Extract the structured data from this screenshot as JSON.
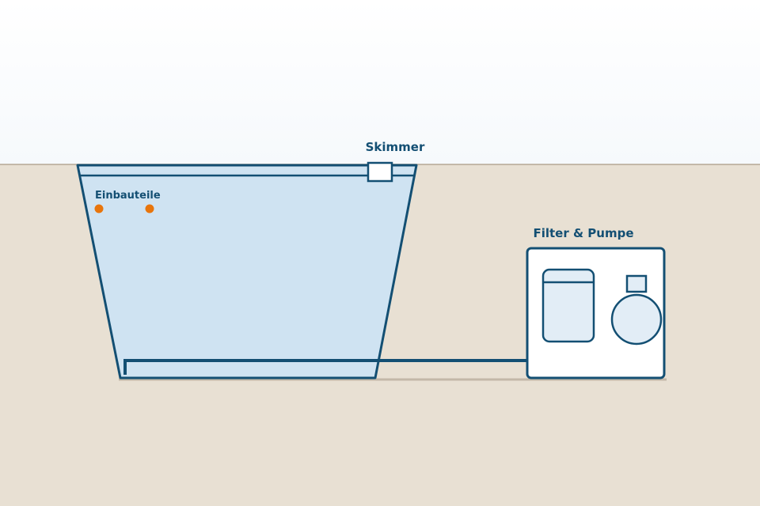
{
  "labels": {
    "skimmer": "Skimmer",
    "einbauteile": "Einbauteile",
    "filter_pumpe": "Filter & Pumpe"
  },
  "colors": {
    "sky_top": "#ffffff",
    "sky_bottom": "#f6f9fc",
    "ground": "#e8e0d3",
    "ground_line": "#c3b8a8",
    "outline": "#134f73",
    "water": "#cfe3f2",
    "tank_fill": "#e2edf6",
    "box_fill": "#ffffff",
    "dot": "#e8750c",
    "label": "#134f73"
  }
}
